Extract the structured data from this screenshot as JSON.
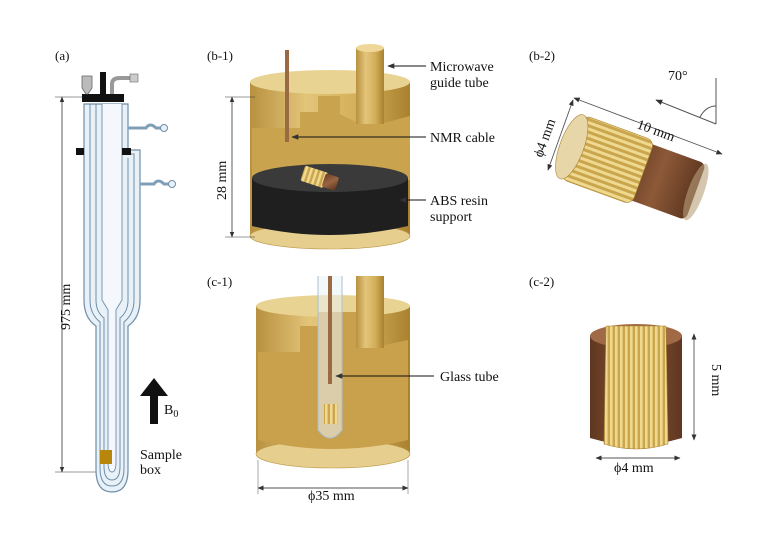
{
  "panels": {
    "a": "(a)",
    "b1": "(b-1)",
    "b2": "(b-2)",
    "c1": "(c-1)",
    "c2": "(c-2)"
  },
  "labels": {
    "height_975": "975 mm",
    "b0_base": "B",
    "b0_sub": "0",
    "sample_box_1": "Sample",
    "sample_box_2": "box",
    "microwave_1": "Microwave",
    "microwave_2": "guide tube",
    "nmr_cable": "NMR cable",
    "abs_1": "ABS resin",
    "abs_2": "support",
    "h28": "28 mm",
    "angle70": "70°",
    "len10": "10 mm",
    "dia4_b2": "ϕ4 mm",
    "glass_tube": "Glass tube",
    "dia35": "ϕ35 mm",
    "h5": "5 mm",
    "dia4_c2": "ϕ4 mm"
  },
  "colors": {
    "gold": "#d8b35c",
    "gold_dark": "#a9812f",
    "gold_light": "#efd79a",
    "copper": "#8a5a3c",
    "brown": "#7a4a2e",
    "black": "#1b1b1b",
    "glass": "#cfe0f0",
    "glass_edge": "#7f9fb8"
  }
}
